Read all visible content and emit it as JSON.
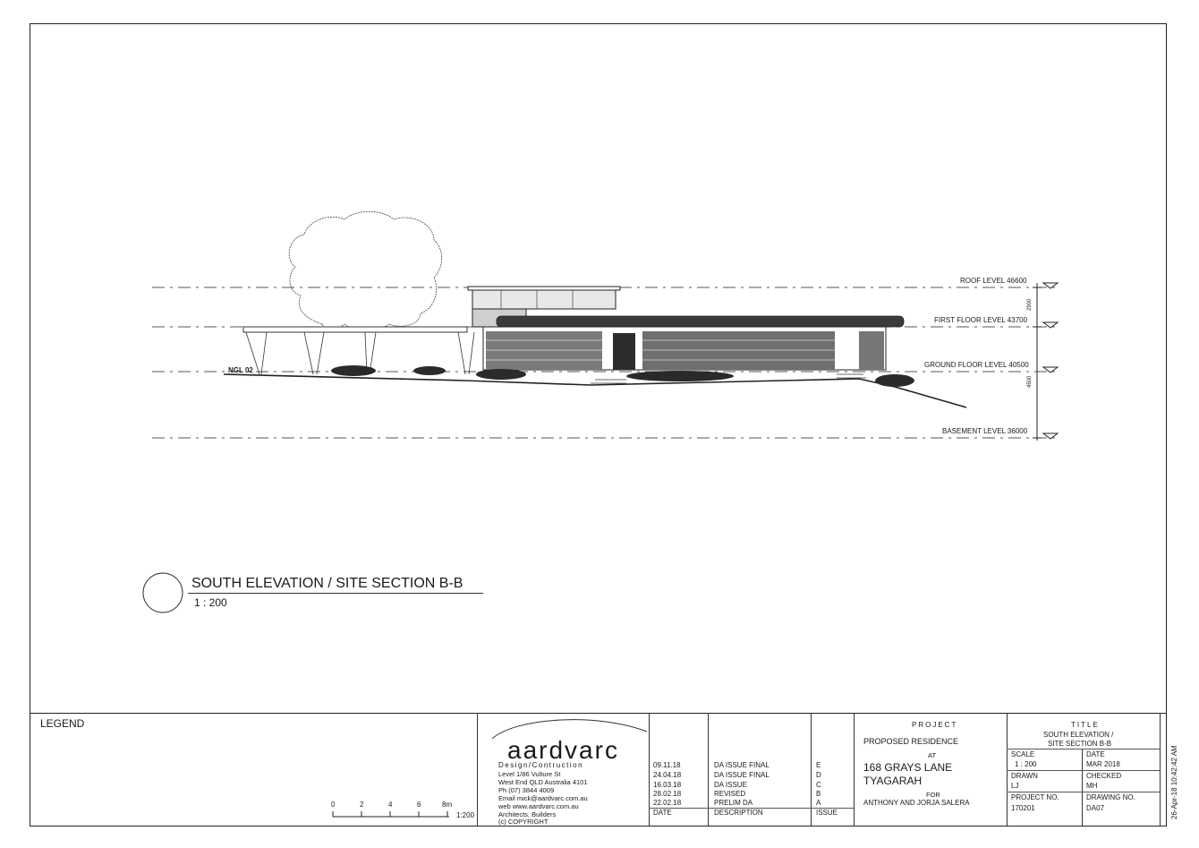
{
  "elevation": {
    "title": "SOUTH ELEVATION / SITE SECTION B-B",
    "scale": "1 : 200",
    "ground_label": "NGL 02",
    "levels": [
      {
        "label": "ROOF LEVEL  46600"
      },
      {
        "label": "FIRST FLOOR LEVEL  43700"
      },
      {
        "label": "GROUND FLOOR LEVEL  40500"
      },
      {
        "label": "BASEMENT LEVEL  36000"
      }
    ],
    "dimensions": [
      "2900",
      "4500"
    ]
  },
  "legend": {
    "title": "LEGEND",
    "scale_ticks": [
      "0",
      "2",
      "4",
      "6",
      "8m"
    ],
    "scale_ratio": "1:200"
  },
  "company": {
    "logo": "aardvarc",
    "tagline": "Design/Contruction",
    "lines": [
      "Level 1/86 Vulture St",
      "West End QLD Australia 4101",
      "Ph (07) 3844 4009",
      "Email mick@aardvarc.com.au",
      "web www.aardvarc.com.au",
      "Architects, Builders",
      "(c) COPYRIGHT"
    ]
  },
  "revisions": {
    "rows": [
      {
        "date": "09.11.18",
        "description": "DA ISSUE FINAL",
        "issue": "E"
      },
      {
        "date": "24.04.18",
        "description": "DA ISSUE FINAL",
        "issue": "D"
      },
      {
        "date": "16.03.18",
        "description": "DA ISSUE",
        "issue": "C"
      },
      {
        "date": "28.02.18",
        "description": "REVISED",
        "issue": "B"
      },
      {
        "date": "22.02.18",
        "description": "PRELIM DA",
        "issue": "A"
      }
    ],
    "headers": {
      "date": "DATE",
      "description": "DESCRIPTION",
      "issue": "ISSUE"
    }
  },
  "project": {
    "heading": "PROJECT",
    "line1": "PROPOSED RESIDENCE",
    "at": "AT",
    "address1": "168 GRAYS LANE",
    "address2": "TYAGARAH",
    "for": "FOR",
    "client": "ANTHONY AND JORJA SALERA"
  },
  "title_block": {
    "heading": "TITLE",
    "title1": "SOUTH ELEVATION /",
    "title2": "SITE SECTION B-B",
    "scale_label": "SCALE",
    "scale_value": "1 : 200",
    "date_label": "DATE",
    "date_value": "MAR 2018",
    "drawn_label": "DRAWN",
    "drawn_value": "LJ",
    "checked_label": "CHECKED",
    "checked_value": "MH",
    "project_no_label": "PROJECT NO.",
    "project_no_value": "170201",
    "drawing_no_label": "DRAWING NO.",
    "drawing_no_value": "DA07"
  },
  "print_stamp": "26-Apr-18 10:42:42 AM"
}
